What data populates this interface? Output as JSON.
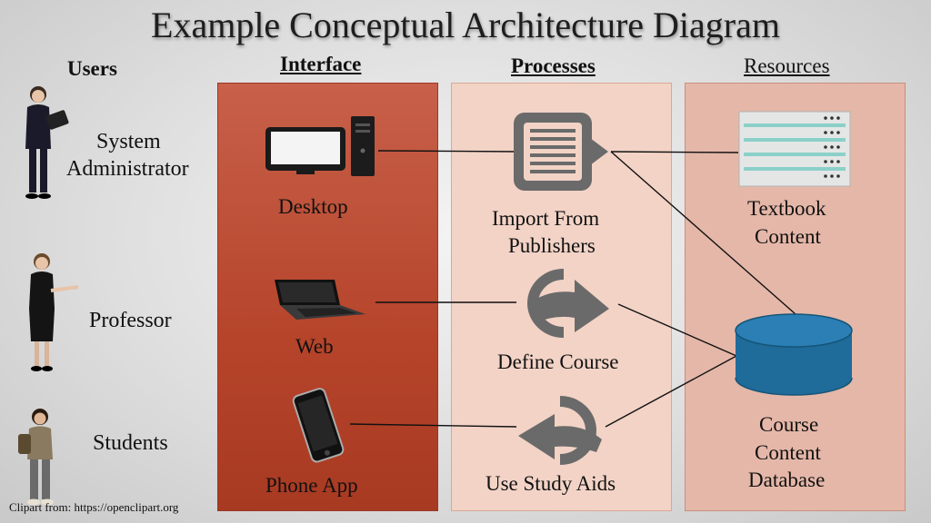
{
  "title": "Example Conceptual Architecture Diagram",
  "columns": {
    "users": "Users",
    "interface": "Interface",
    "processes": "Processes",
    "resources": "Resources"
  },
  "users": [
    {
      "label_line1": "System",
      "label_line2": "Administrator",
      "icon": "administrator-person-icon"
    },
    {
      "label": "Professor",
      "icon": "professor-person-icon"
    },
    {
      "label": "Students",
      "icon": "student-person-icon"
    }
  ],
  "interface": [
    {
      "label": "Desktop",
      "icon": "desktop-computer-icon"
    },
    {
      "label": "Web",
      "icon": "laptop-icon"
    },
    {
      "label": "Phone App",
      "icon": "smartphone-icon"
    }
  ],
  "processes": [
    {
      "label_line1": "Import From",
      "label_line2": "Publishers",
      "icon": "document-import-icon"
    },
    {
      "label": "Define Course",
      "icon": "forward-arrow-icon"
    },
    {
      "label": "Use Study Aids",
      "icon": "back-arrow-icon"
    }
  ],
  "resources": [
    {
      "label_line1": "Textbook",
      "label_line2": "Content",
      "icon": "server-rack-icon"
    },
    {
      "label_line1": "Course",
      "label_line2": "Content",
      "label_line3": "Database",
      "icon": "database-cylinder-icon"
    }
  ],
  "credit": "Clipart from: https://openclipart.org",
  "colors": {
    "interface_panel": "#b5442a",
    "processes_panel": "#f2d3c6",
    "resources_panel": "#e5b7a8",
    "database": "#1f6b9a"
  }
}
